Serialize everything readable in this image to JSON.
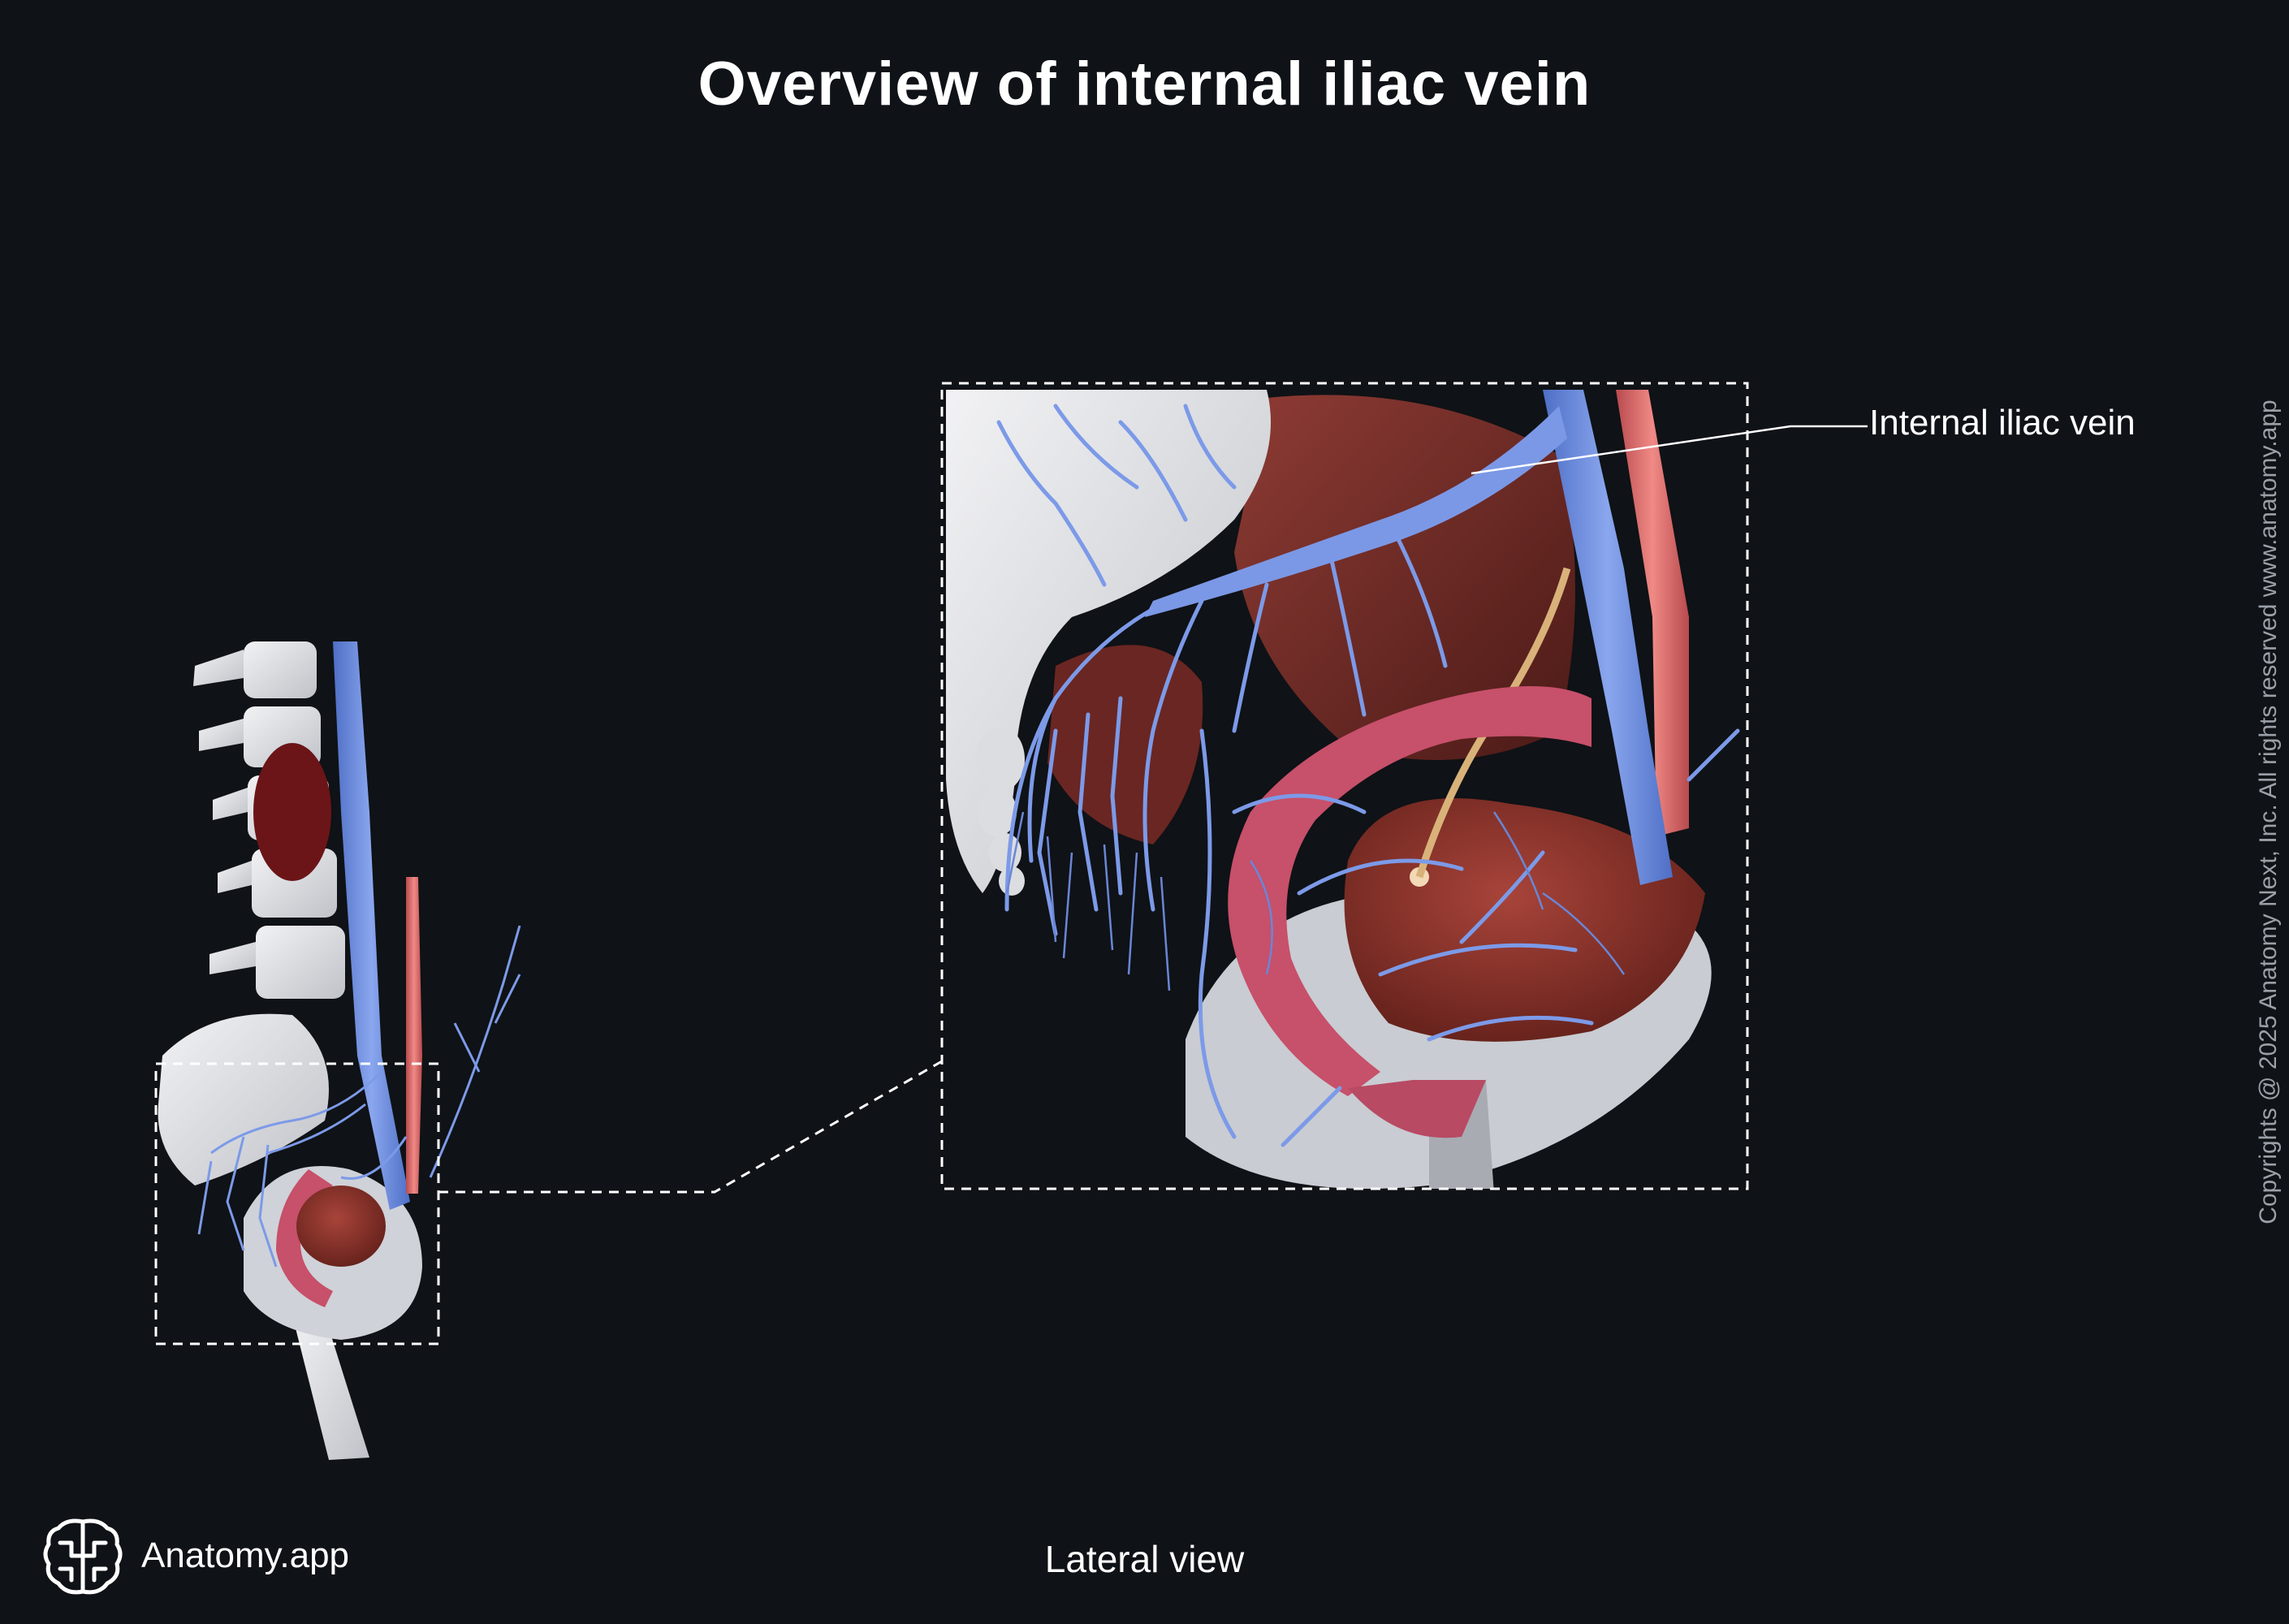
{
  "title": "Overview of internal iliac vein",
  "view_label": "Lateral view",
  "structures": [
    {
      "label": "Internal iliac vein"
    }
  ],
  "brand": {
    "name": "Anatomy.app",
    "icon": "brain-logo-icon"
  },
  "copyright": "Copyrights @ 2025 Anatomy Next, Inc. All rights reserved www.anatomy.app",
  "colors": {
    "background": "#0f1216",
    "vein": "#6f8fe0",
    "artery": "#d06a6a",
    "bone": "#e8e8ea",
    "muscle": "#7a2e2a",
    "rectum": "#c7506a",
    "bladder": "#8c2d24"
  }
}
